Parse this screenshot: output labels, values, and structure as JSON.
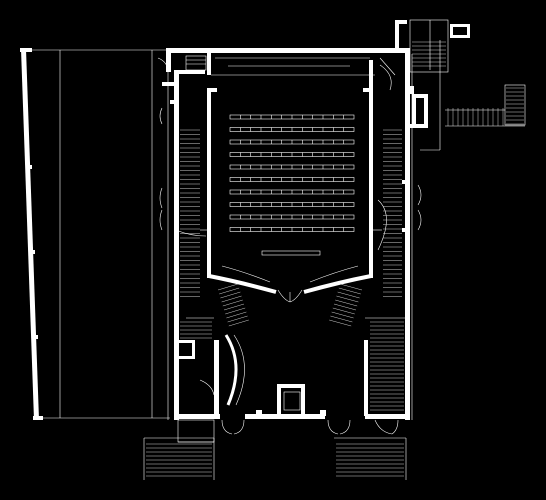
{
  "drawing": {
    "kind": "floor-plan",
    "background": "#000000",
    "line_color": "#ffffff",
    "labels": []
  },
  "auditorium": {
    "seat_rows": 10,
    "seats_per_row": 12
  }
}
